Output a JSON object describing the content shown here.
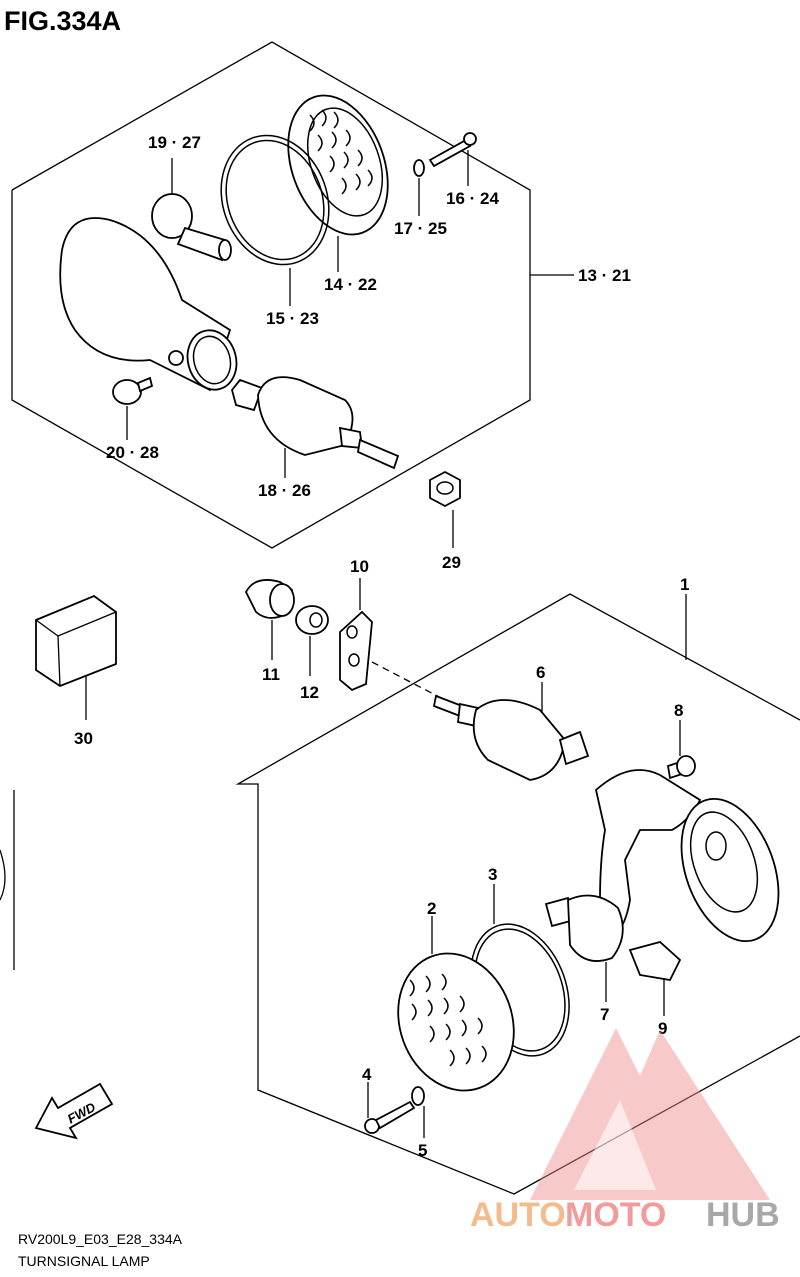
{
  "figure": {
    "title": "FIG.334A",
    "code": "RV200L9_E03_E28_334A",
    "caption": "TURNSIGNAL LAMP"
  },
  "callouts": {
    "c1": "1",
    "c2": "2",
    "c3": "3",
    "c4": "4",
    "c5": "5",
    "c6": "6",
    "c7": "7",
    "c8": "8",
    "c9": "9",
    "c10": "10",
    "c11": "11",
    "c12": "12",
    "c29": "29",
    "c30": "30",
    "c13_21": "13 · 21",
    "c14_22": "14 · 22",
    "c15_23": "15 · 23",
    "c16_24": "16 · 24",
    "c17_25": "17 · 25",
    "c18_26": "18 · 26",
    "c19_27": "19 · 27",
    "c20_28": "20 · 28"
  },
  "direction_label": "FWD",
  "watermark": {
    "part1": "AUTO",
    "part2": "MOTO",
    "part3": "HUB",
    "colors": {
      "orange": "#f3b07a",
      "red": "#f08a8a",
      "gray": "#9a9a9a"
    }
  }
}
